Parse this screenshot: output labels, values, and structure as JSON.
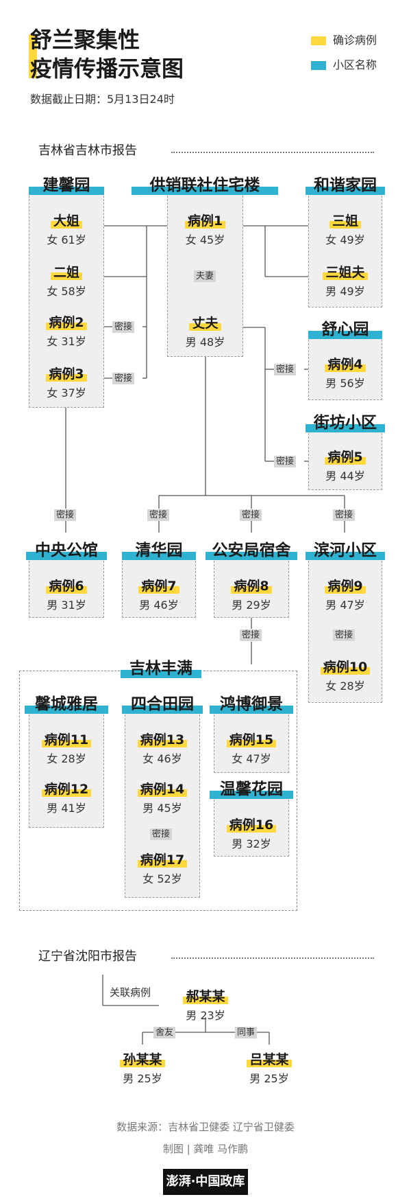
{
  "header": {
    "title_line1": "舒兰聚集性",
    "title_line2": "疫情传播示意图",
    "date": "数据截止日期：5月13日24时"
  },
  "legend": [
    {
      "label": "确诊病例",
      "color": "#ffd83d"
    },
    {
      "label": "小区名称",
      "color": "#2fb2cf"
    }
  ],
  "colors": {
    "case_highlight": "#ffd83d",
    "community_bar": "#2fb2cf",
    "box_fill": "#efefef",
    "tag_fill": "#d6d6d6"
  },
  "jilin": {
    "section_title": "吉林省吉林市报告",
    "communities": {
      "jianxin": "建馨园",
      "gongxiao": "供销联社住宅楼",
      "hexie": "和谐家园",
      "shuxin": "舒心园",
      "jiefang": "街坊小区",
      "zhongyang": "中央公馆",
      "qinghua": "清华园",
      "gongan": "公安局宿舍",
      "binhe": "滨河小区",
      "fengman": "吉林丰满",
      "xincheng": "馨城雅居",
      "siheyuan": "四合田园",
      "hongbo": "鸿博御景",
      "wenxin": "温馨花园"
    },
    "cases": {
      "dajie": {
        "name": "大姐",
        "info": "女 61岁"
      },
      "erjie": {
        "name": "二姐",
        "info": "女 58岁"
      },
      "c2": {
        "name": "病例2",
        "info": "女 31岁"
      },
      "c3": {
        "name": "病例3",
        "info": "女 37岁"
      },
      "c1": {
        "name": "病例1",
        "info": "女 45岁"
      },
      "husband": {
        "name": "丈夫",
        "info": "男 48岁"
      },
      "sanjie": {
        "name": "三姐",
        "info": "女 49岁"
      },
      "sanjiefu": {
        "name": "三姐夫",
        "info": "男 49岁"
      },
      "c4": {
        "name": "病例4",
        "info": "男 56岁"
      },
      "c5": {
        "name": "病例5",
        "info": "男 44岁"
      },
      "c6": {
        "name": "病例6",
        "info": "男 31岁"
      },
      "c7": {
        "name": "病例7",
        "info": "男 46岁"
      },
      "c8": {
        "name": "病例8",
        "info": "男 29岁"
      },
      "c9": {
        "name": "病例9",
        "info": "男 47岁"
      },
      "c10": {
        "name": "病例10",
        "info": "女 28岁"
      },
      "c11": {
        "name": "病例11",
        "info": "女 28岁"
      },
      "c12": {
        "name": "病例12",
        "info": "男 41岁"
      },
      "c13": {
        "name": "病例13",
        "info": "女 46岁"
      },
      "c14": {
        "name": "病例14",
        "info": "男 45岁"
      },
      "c17": {
        "name": "病例17",
        "info": "女 52岁"
      },
      "c15": {
        "name": "病例15",
        "info": "女 47岁"
      },
      "c16": {
        "name": "病例16",
        "info": "男 32岁"
      }
    },
    "tags": {
      "couple": "夫妻",
      "contact": "密接"
    }
  },
  "liaoning": {
    "section_title": "辽宁省沈阳市报告",
    "related_label": "关联病例",
    "cases": {
      "hao": {
        "name": "郝某某",
        "info": "男 23岁"
      },
      "sun": {
        "name": "孙某某",
        "info": "男 25岁"
      },
      "lv": {
        "name": "吕某某",
        "info": "男 25岁"
      }
    },
    "tags": {
      "roommate": "舍友",
      "colleague": "同事"
    }
  },
  "footer": {
    "source": "数据来源：吉林省卫健委 辽宁省卫健委",
    "credit": "制图 | 龚唯 马作鹏",
    "logo": "澎湃·中国政库"
  }
}
